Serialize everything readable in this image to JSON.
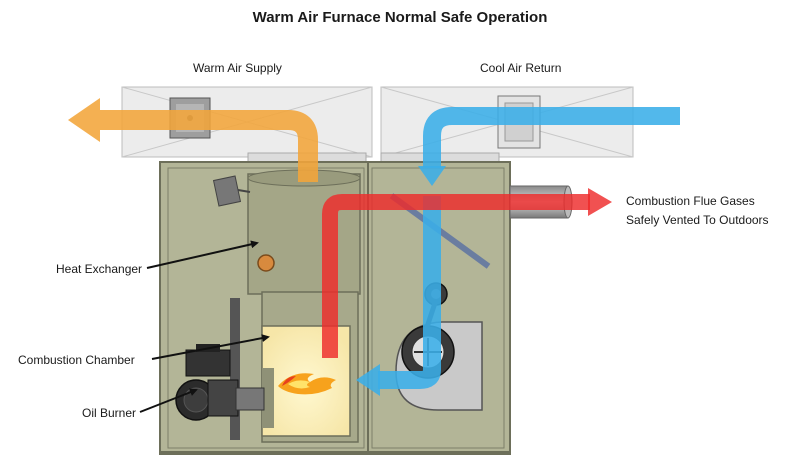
{
  "title": "Warm Air Furnace Normal Safe Operation",
  "labels": {
    "warm_air_supply": "Warm Air Supply",
    "cool_air_return": "Cool Air Return",
    "flue_line1": "Combustion Flue Gases",
    "flue_line2": "Safely Vented To Outdoors",
    "heat_exchanger": "Heat Exchanger",
    "combustion_chamber": "Combustion Chamber",
    "oil_burner": "Oil Burner"
  },
  "colors": {
    "cabinet": "#b3b597",
    "cabinet_dark": "#8f9177",
    "duct": "#ececec",
    "warm_air": "#f2a53a",
    "cool_air": "#3aaee8",
    "flue_gas": "#ee2b2b",
    "flame": "#f7a21c"
  }
}
